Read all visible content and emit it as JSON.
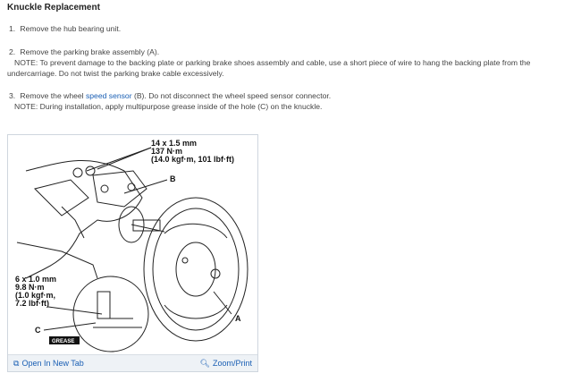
{
  "title": "Knuckle Replacement",
  "steps": [
    {
      "num": "1.",
      "text": "Remove the hub bearing unit."
    },
    {
      "num": "2.",
      "text": "Remove the parking brake assembly (A).",
      "note1": "NOTE: To prevent damage to the backing plate or parking brake shoes assembly and cable, use a short piece of wire to hang the backing plate from the",
      "note2": "undercarriage. Do not twist the parking brake cable excessively."
    },
    {
      "num": "3.",
      "text_pre": "Remove the wheel ",
      "link": "speed sensor",
      "text_post": " (B). Do not disconnect the wheel speed sensor connector.",
      "note1": "NOTE: During installation, apply multipurpose grease inside of the hole (C) on the knuckle."
    }
  ],
  "figure": {
    "spec_large": [
      "14 x 1.5 mm",
      "137 N·m",
      "(14.0 kgf·m, 101 lbf·ft)"
    ],
    "spec_small": [
      "6 x 1.0 mm",
      "9.8 N·m",
      "(1.0 kgf·m,",
      "7.2 lbf·ft)"
    ],
    "label_a": "A",
    "label_b": "B",
    "label_c": "C",
    "grease": "GREASE",
    "open_tab": "Open In New Tab",
    "zoom_print": "Zoom/Print"
  }
}
